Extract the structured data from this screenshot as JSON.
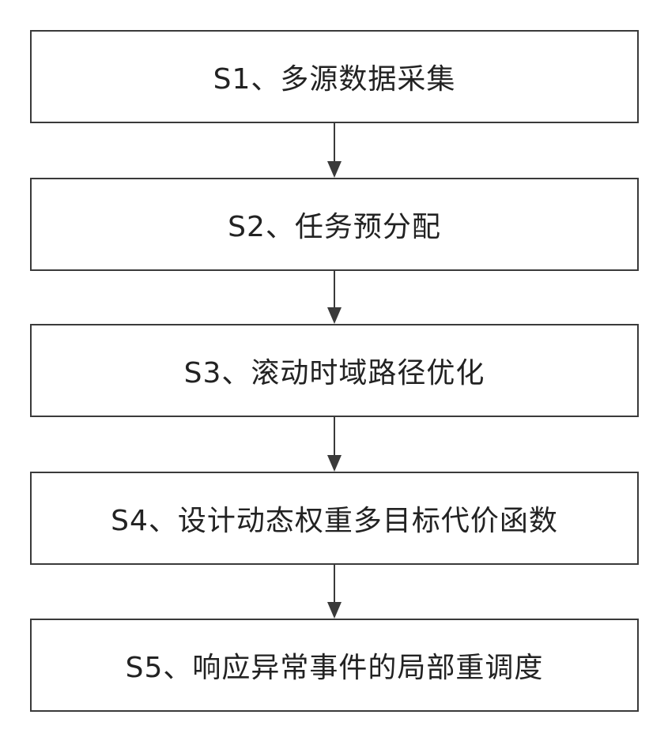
{
  "steps": [
    {
      "label": "S1、多源数据采集"
    },
    {
      "label": "S2、任务预分配"
    },
    {
      "label": "S3、滚动时域路径优化"
    },
    {
      "label": "S4、设计动态权重多目标代价函数"
    },
    {
      "label": "S5、响应异常事件的局部重调度"
    }
  ],
  "colors": {
    "border": "#3a3a3a",
    "text": "#222222",
    "arrow": "#3a3a3a"
  }
}
